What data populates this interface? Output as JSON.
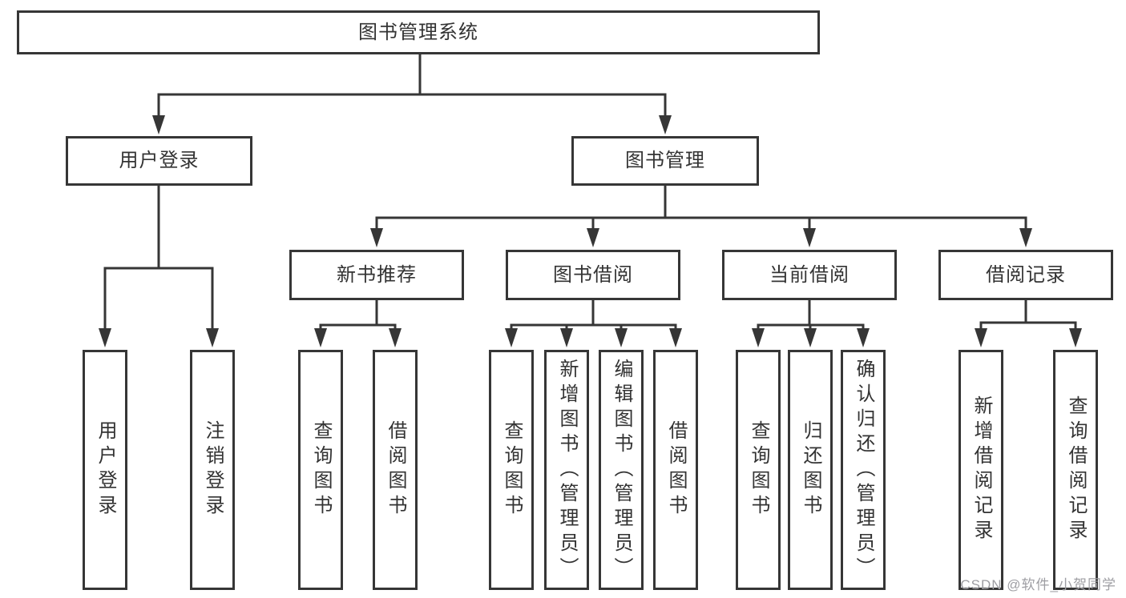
{
  "tree": {
    "label": "图书管理系统",
    "children": [
      {
        "label": "用户登录",
        "children": [
          {
            "label": "用户登录"
          },
          {
            "label": "注销登录"
          }
        ]
      },
      {
        "label": "图书管理",
        "children": [
          {
            "label": "新书推荐",
            "children": [
              {
                "label": "查询图书"
              },
              {
                "label": "借阅图书"
              }
            ]
          },
          {
            "label": "图书借阅",
            "children": [
              {
                "label": "查询图书"
              },
              {
                "label": "新增图书（管理员）"
              },
              {
                "label": "编辑图书（管理员）"
              },
              {
                "label": "借阅图书"
              }
            ]
          },
          {
            "label": "当前借阅",
            "children": [
              {
                "label": "查询图书"
              },
              {
                "label": "归还图书"
              },
              {
                "label": "确认归还（管理员）"
              }
            ]
          },
          {
            "label": "借阅记录",
            "children": [
              {
                "label": "新增借阅记录"
              },
              {
                "label": "查询借阅记录"
              }
            ]
          }
        ]
      }
    ]
  },
  "watermark": {
    "text": "CSDN @软件_小贺同学"
  },
  "colors": {
    "line": "#363636",
    "text": "#333333",
    "watermark": "#9e9ea3",
    "bg": "#ffffff"
  }
}
